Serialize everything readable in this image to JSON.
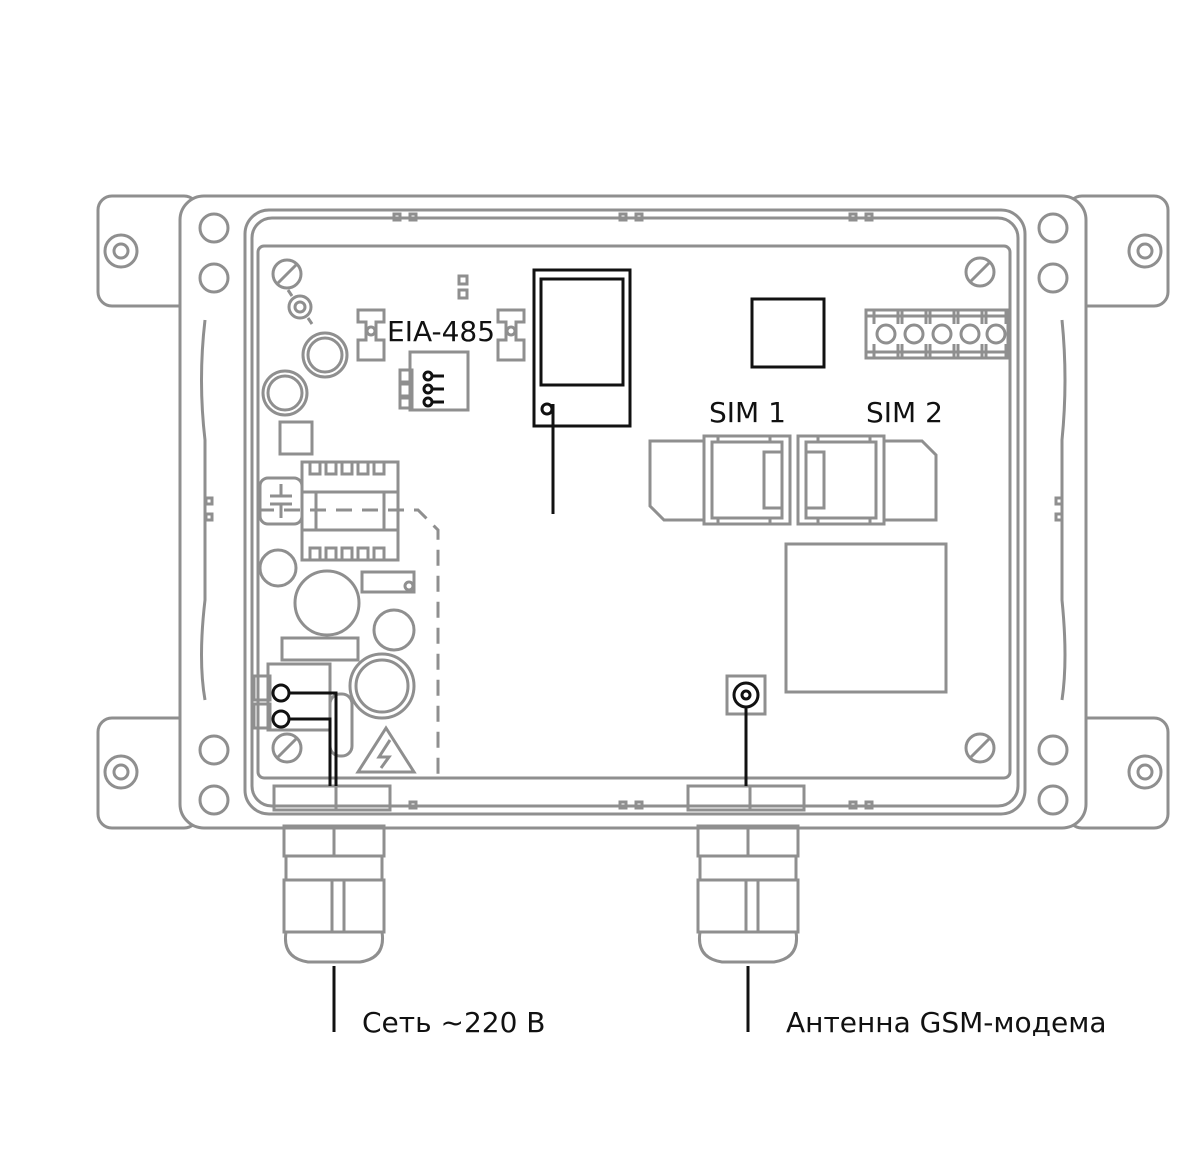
{
  "labels": {
    "eia485": "EIA-485",
    "sim1": "SIM 1",
    "sim2": "SIM 2",
    "power": "Сеть ~220 В",
    "antenna": "Антенна GSM-модема"
  },
  "colors": {
    "outline": "#8f8f8f",
    "callout": "#111111",
    "background": "#ffffff"
  },
  "icons": {
    "hazard": "high-voltage-warning-icon"
  }
}
